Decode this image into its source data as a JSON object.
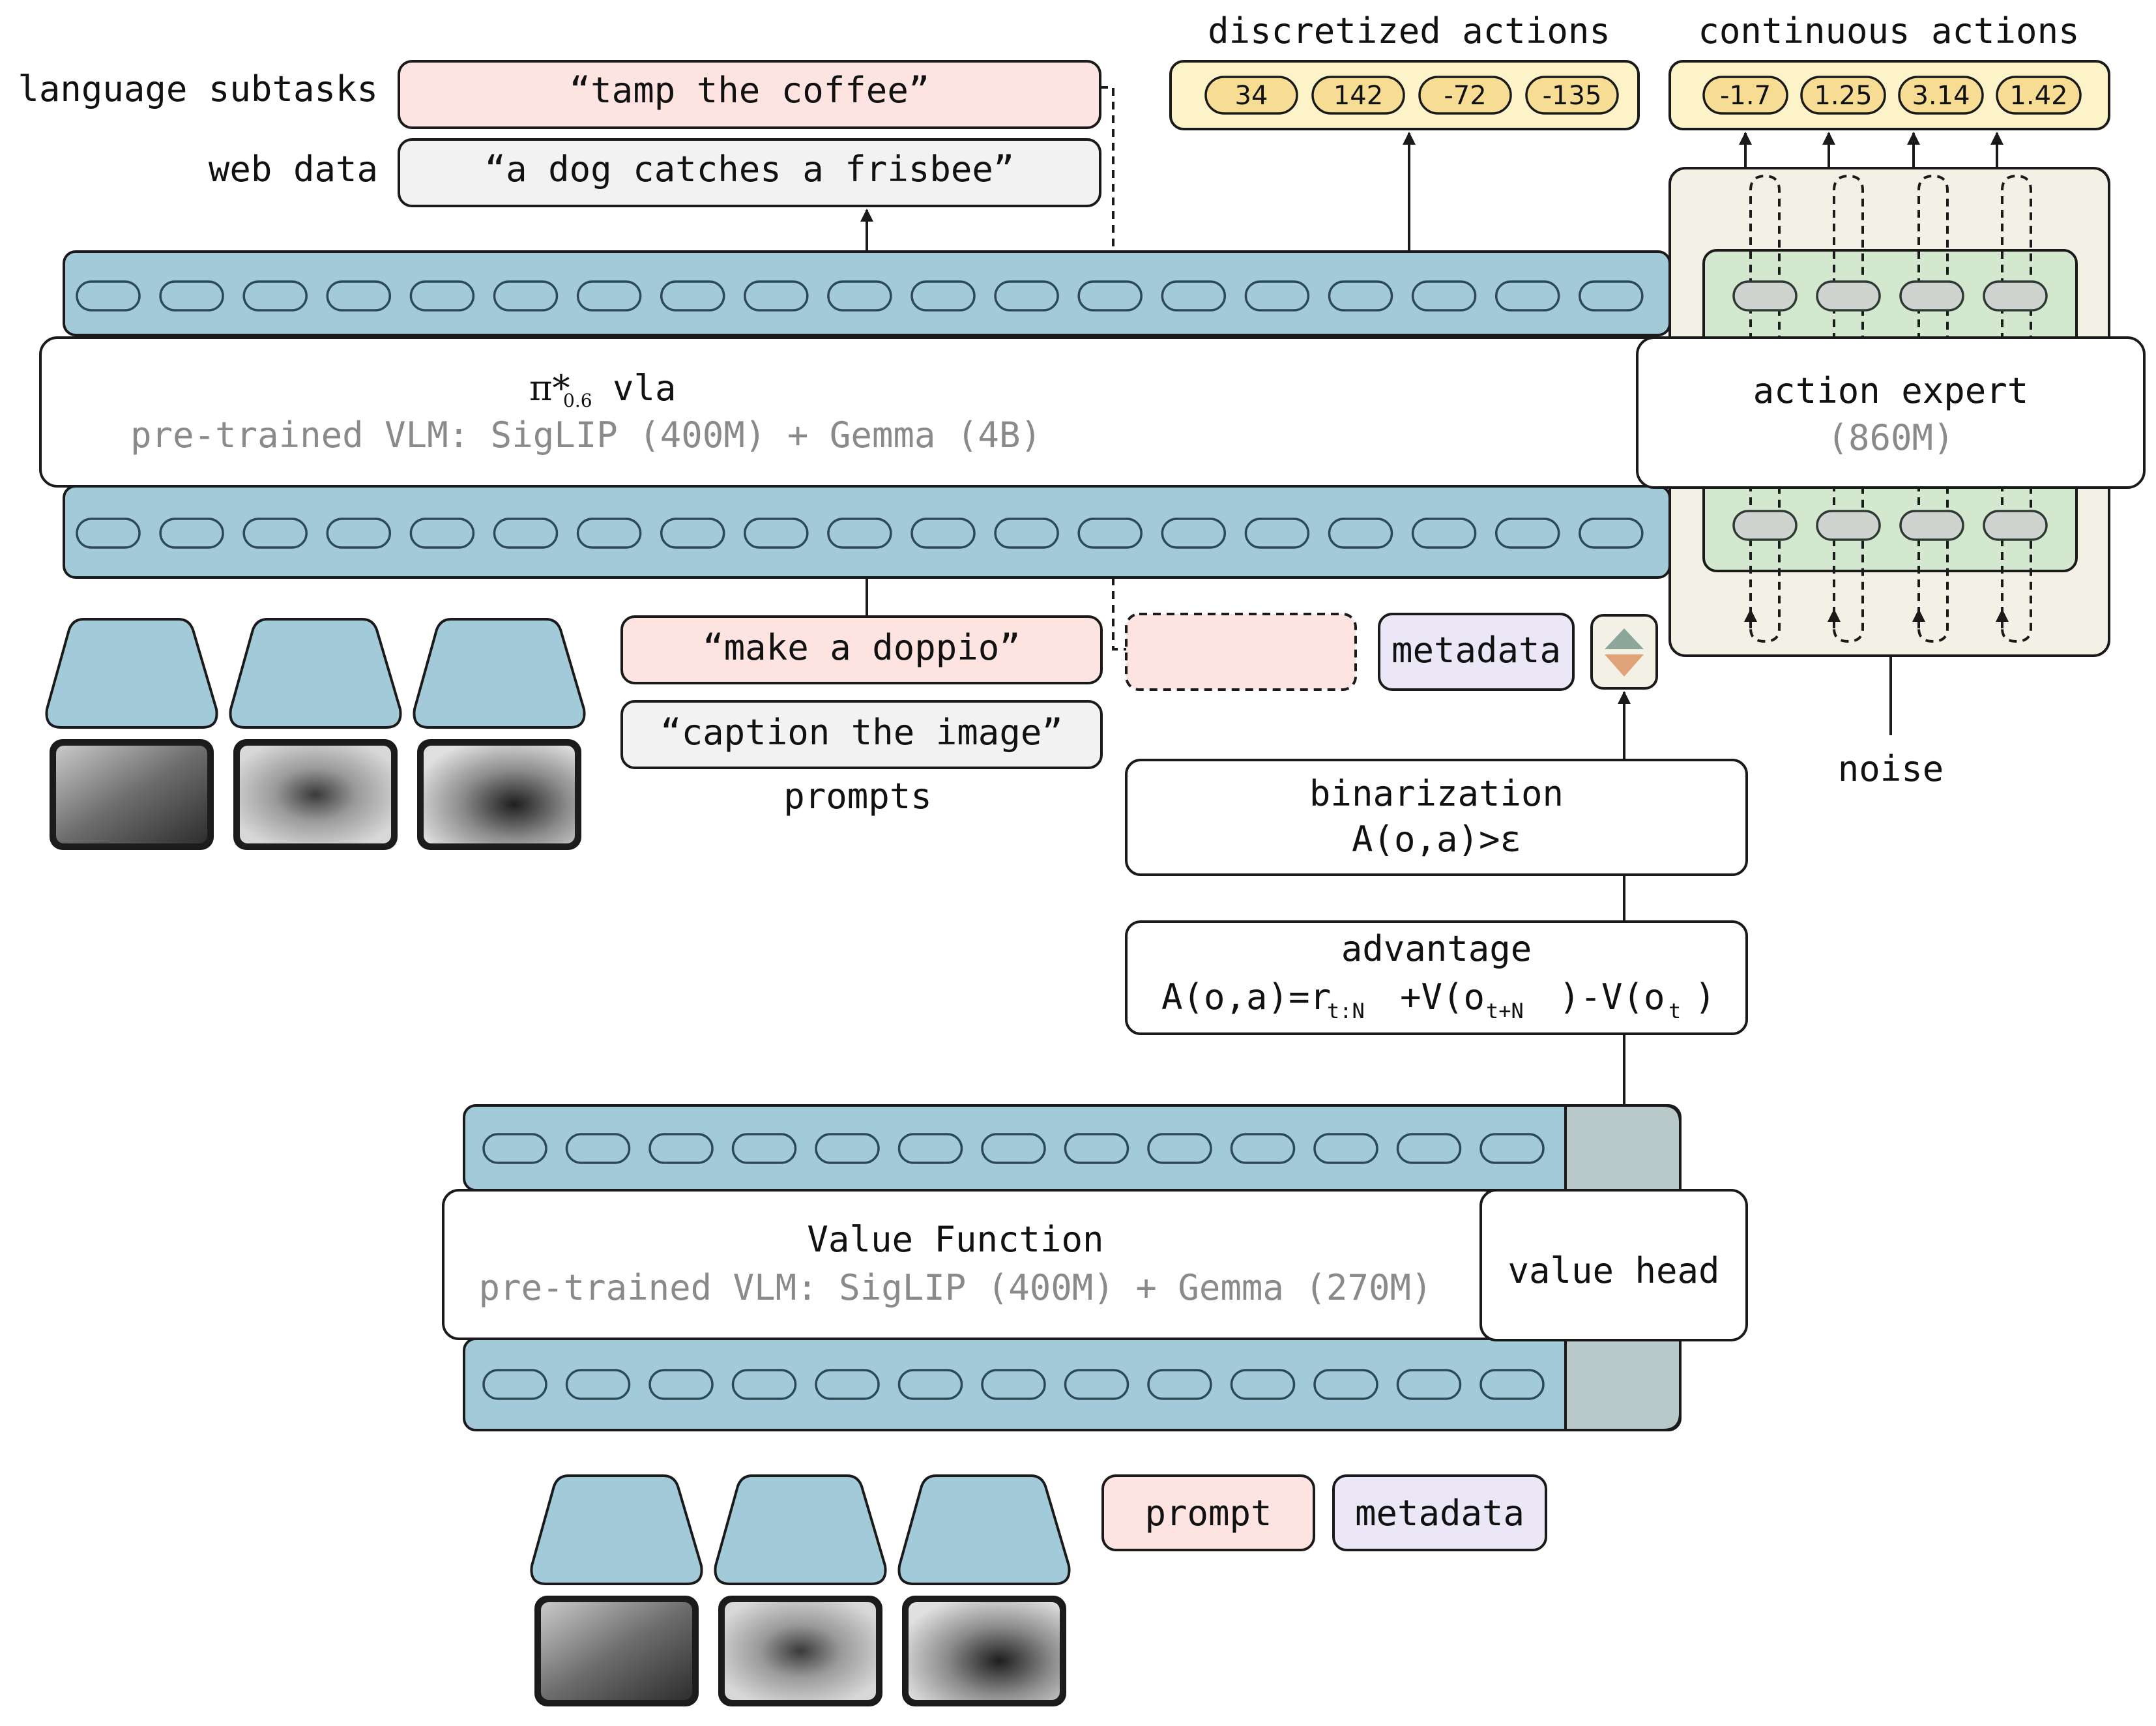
{
  "labels": {
    "language_subtasks": "language subtasks",
    "web_data": "web data",
    "discretized_actions": "discretized actions",
    "continuous_actions": "continuous actions",
    "prompts": "prompts",
    "noise": "noise"
  },
  "outputs": {
    "subtask_text": "“tamp the coffee”",
    "web_text": "“a dog catches a frisbee”"
  },
  "discretized_values": [
    "34",
    "142",
    "-72",
    "-135"
  ],
  "continuous_values": [
    "-1.7",
    "1.25",
    "3.14",
    "1.42"
  ],
  "vla": {
    "title_pi": "π*",
    "title_sub": "0.6",
    "title_rest": "vla",
    "subtitle": "pre-trained VLM: SigLIP (400M) + Gemma (4B)"
  },
  "action_expert": {
    "title": "action expert",
    "subtitle": "(860M)"
  },
  "inputs": {
    "prompt_1": "“make a doppio”",
    "prompt_2": "“caption the image”",
    "metadata": "metadata"
  },
  "binarization": {
    "title": "binarization",
    "formula": "A(o,a)>ε"
  },
  "advantage": {
    "title": "advantage",
    "formula_a": "A(o,a)=r",
    "formula_sub1": "t:N",
    "formula_b": "+V(o",
    "formula_sub2": "t+N",
    "formula_c": ")-V(o",
    "formula_sub3": "t",
    "formula_d": ")"
  },
  "value_function": {
    "title": "Value Function",
    "subtitle": "pre-trained VLM: SigLIP (400M) + Gemma (270M)",
    "head": "value head"
  },
  "value_inputs": {
    "prompt": "prompt",
    "metadata": "metadata"
  },
  "icons": [
    "camera-view-icon",
    "binarized-indicator-icon"
  ],
  "colors": {
    "token_band": "#a3cad9",
    "prompt_pink": "#fde4e1",
    "metadata_lavender": "#ece7f6",
    "action_yellow": "#fdf3c8",
    "action_expert_beige": "#f3f1e6",
    "action_expert_green": "#d3e8cf"
  }
}
